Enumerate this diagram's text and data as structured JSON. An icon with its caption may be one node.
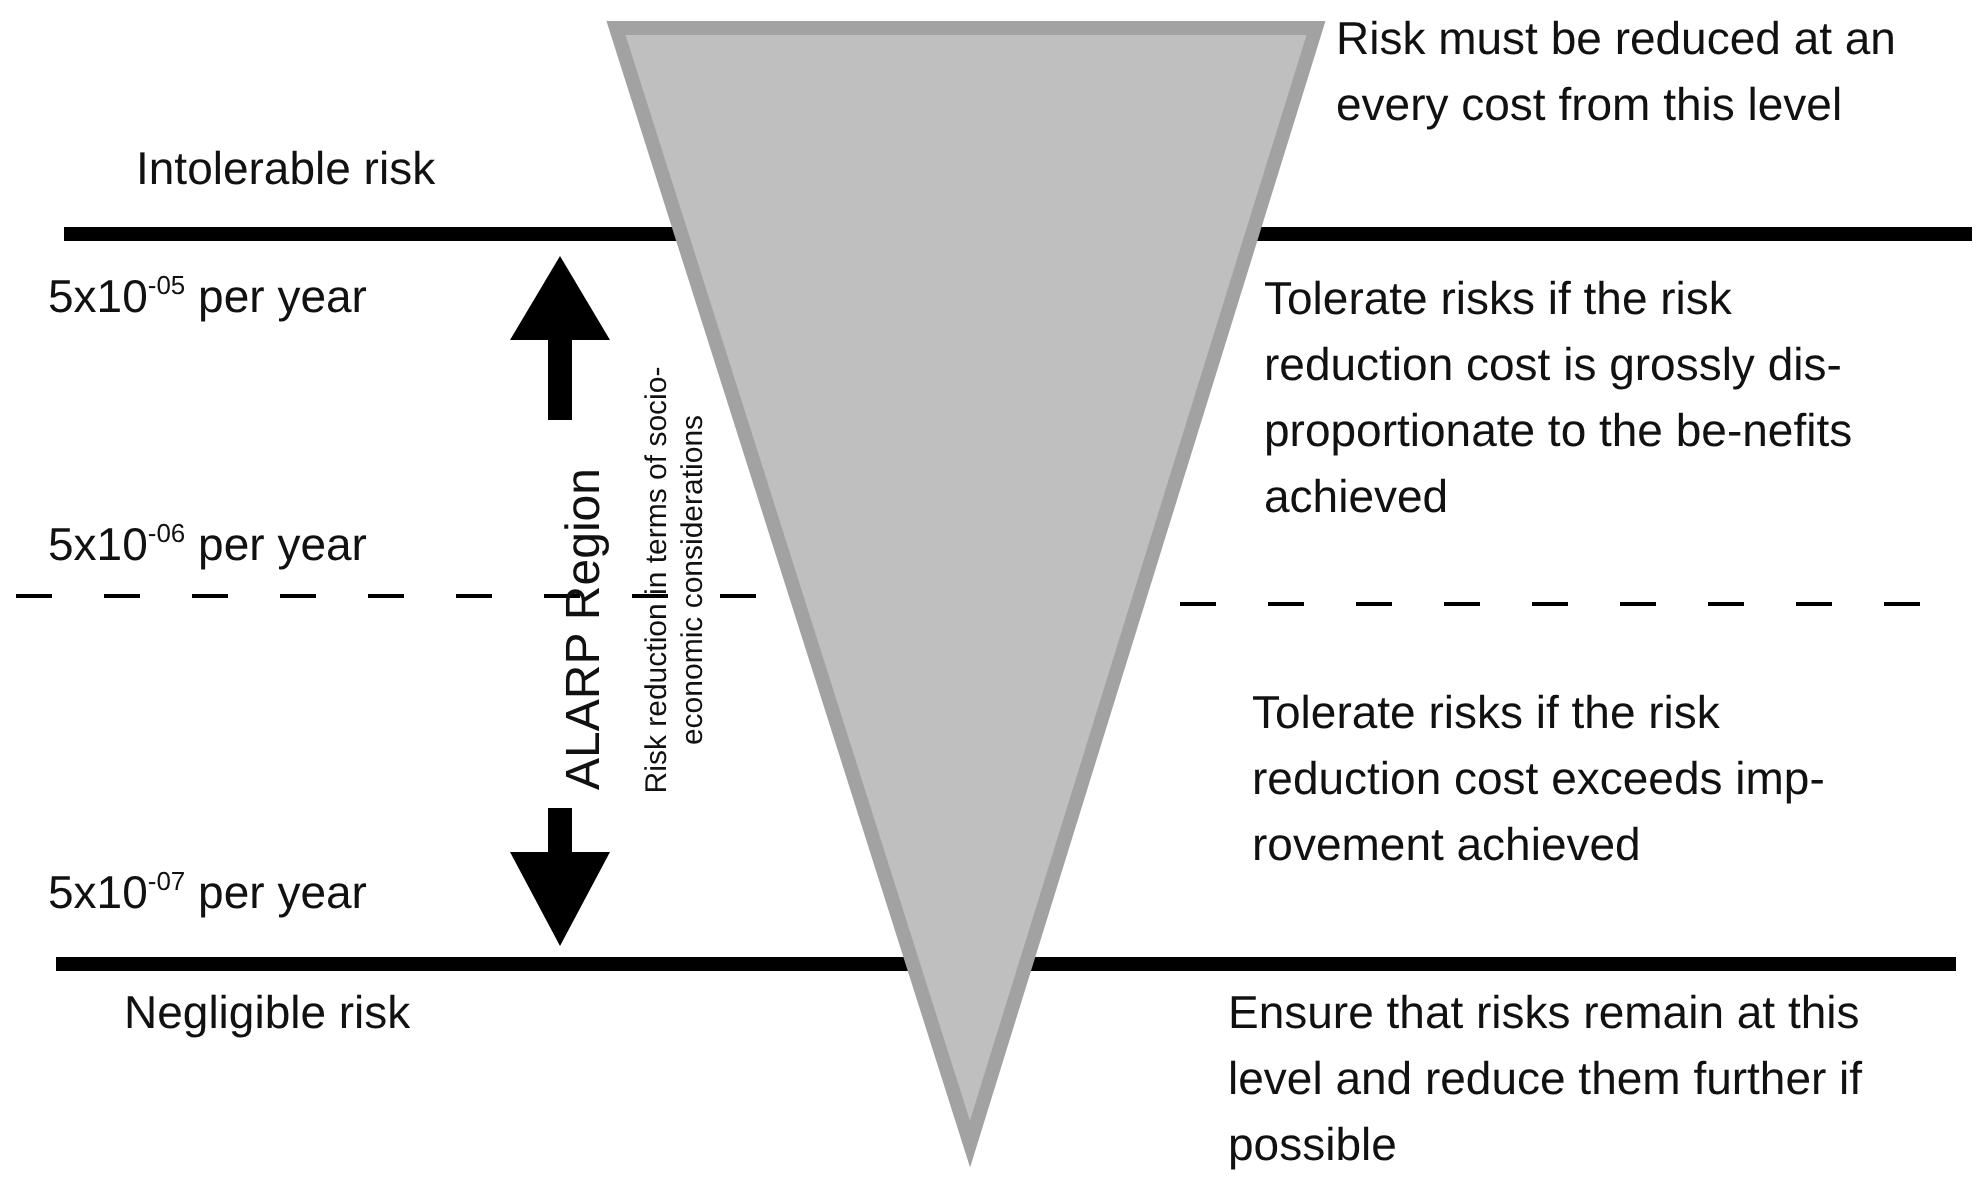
{
  "diagram": {
    "labels": [
      "Intolerable risk",
      "Risk must be reduced at an every cost from this level",
      "5x10$^{-05}$ per year",
      "Tolerate risks if the risk reduction cost is grossly dis-proportionate to the be-nefits achieved",
      "5x10$^{-06}$ per year",
      "ALARP Region",
      "Risk reduction in terms of socio-economic considerations",
      "5x10$^{-07}$ per year",
      "Tolerate risks if the risk reduction cost exceeds imp-rovement achieved",
      "Negligible risk",
      "Ensure that risks remain at this level and reduce them further if possible"
    ]
  }
}
